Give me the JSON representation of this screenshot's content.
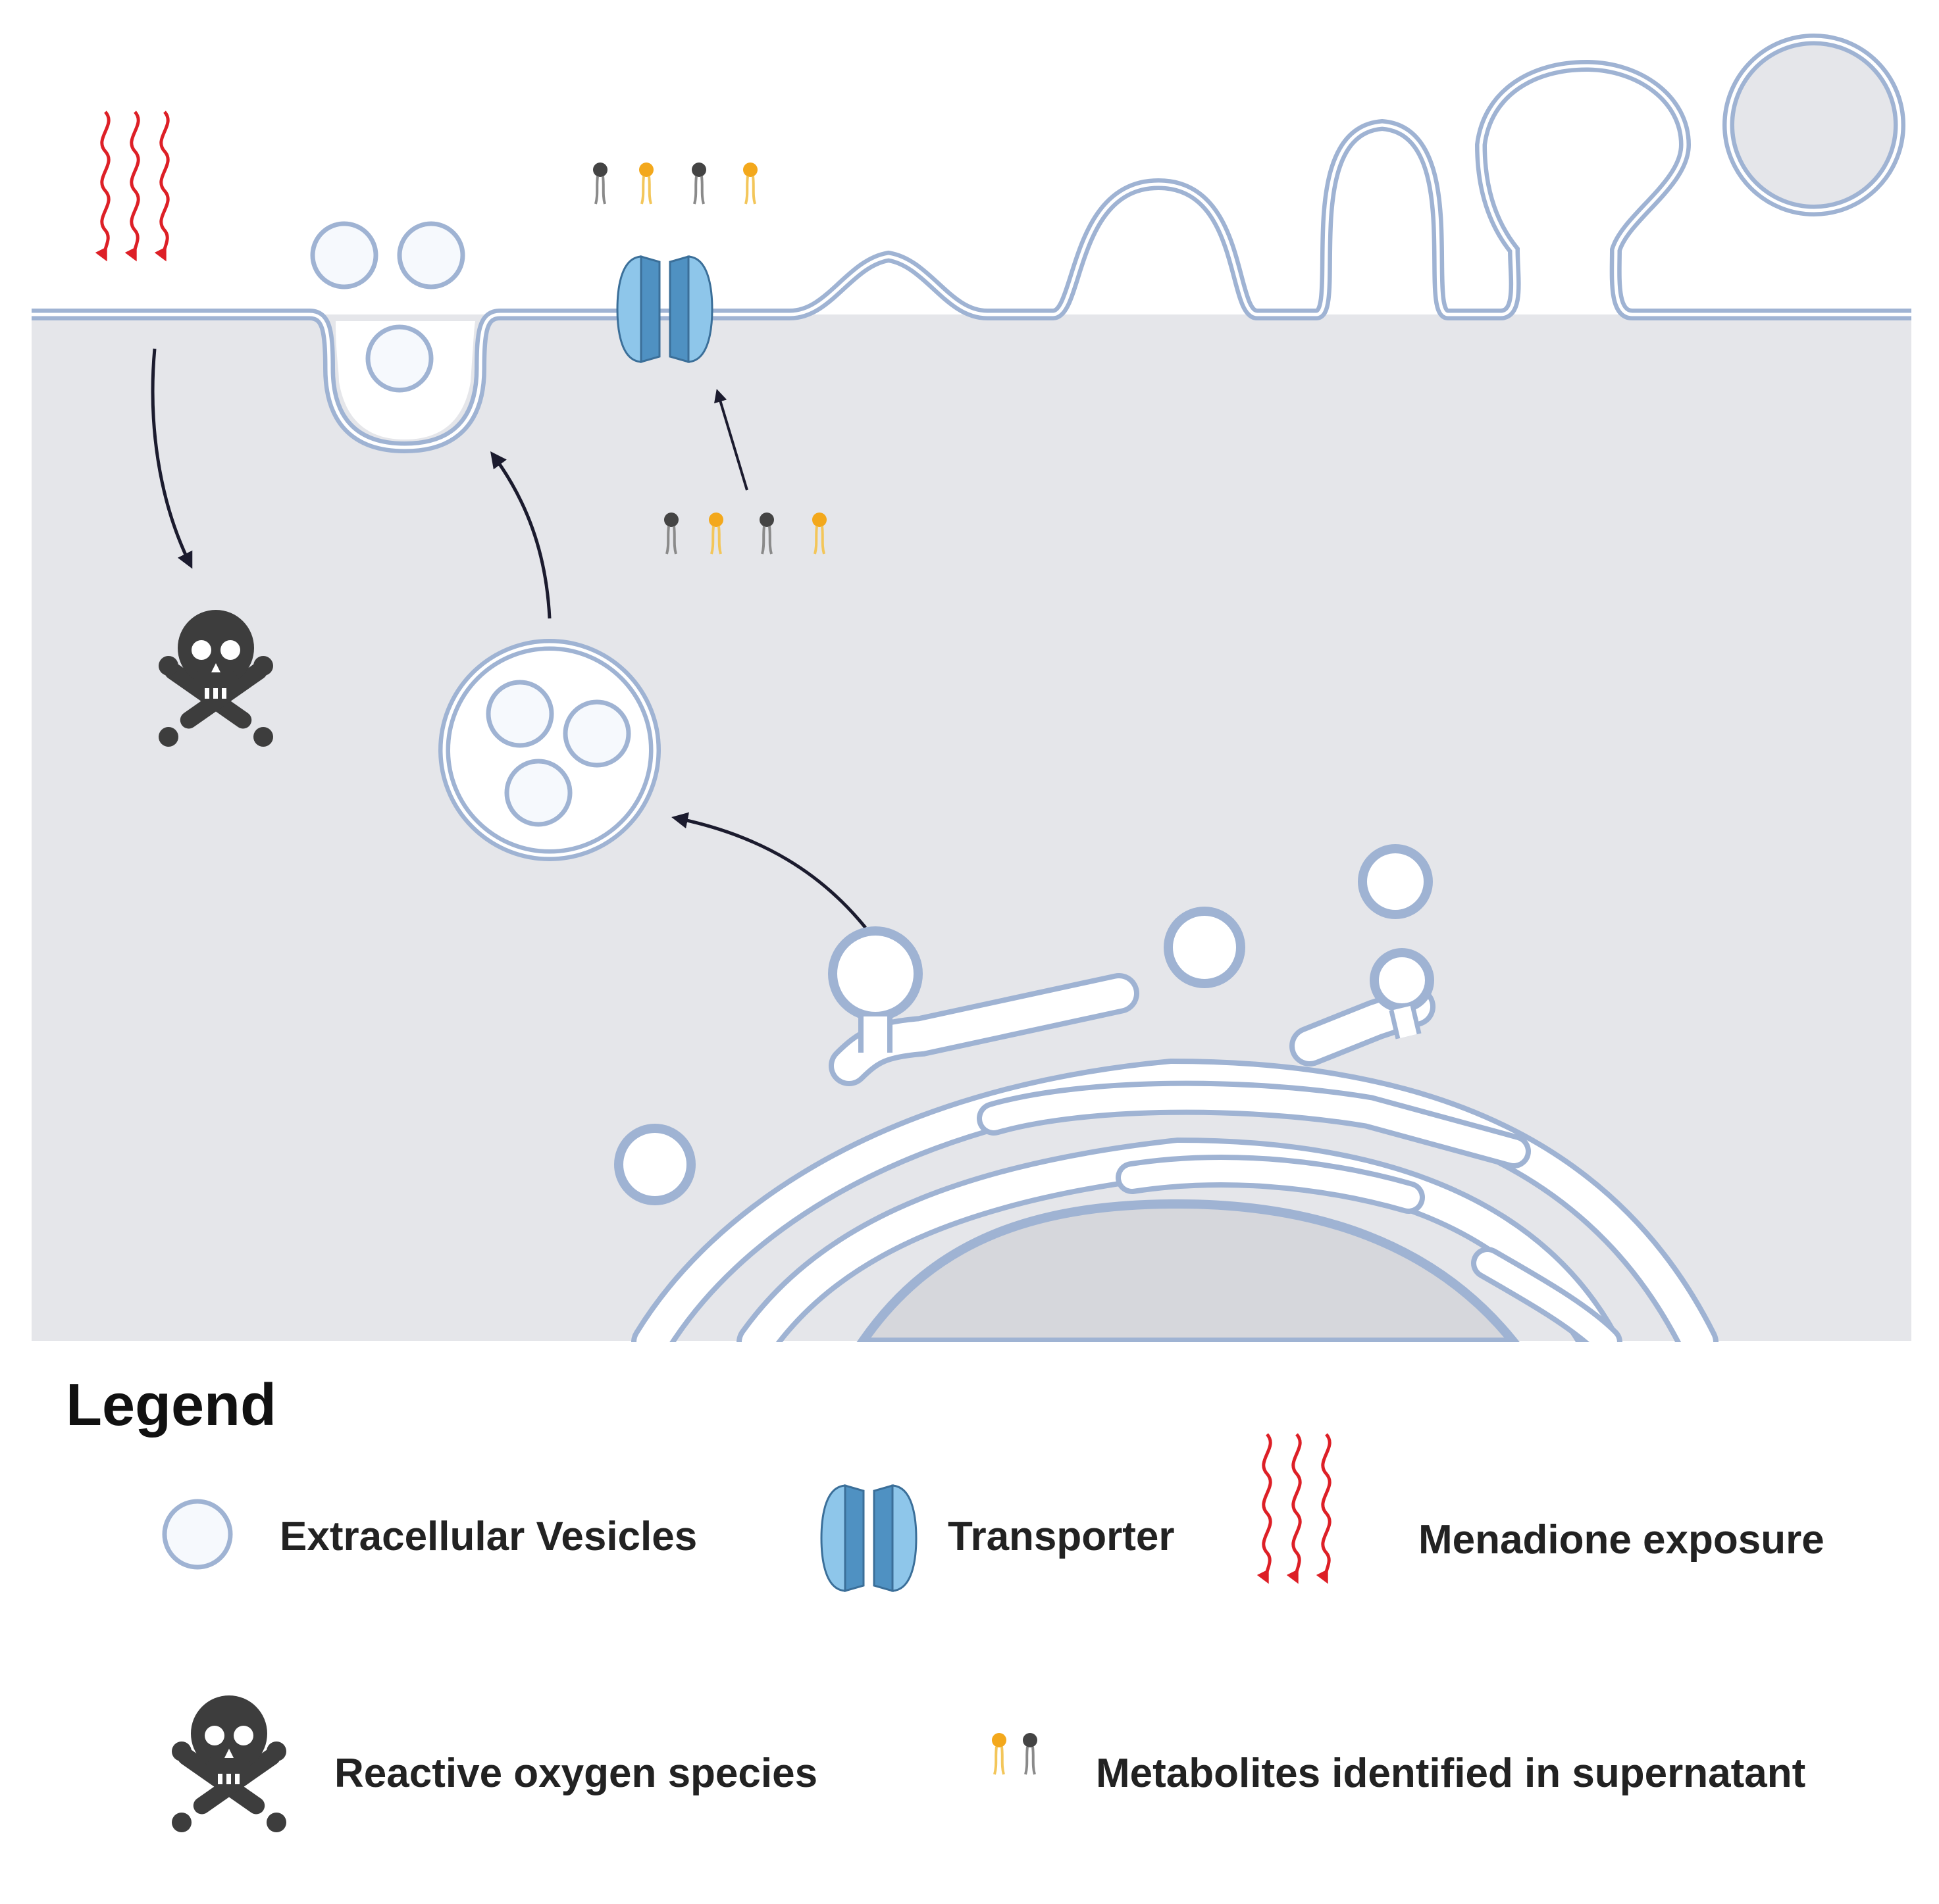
{
  "legend": {
    "title": "Legend",
    "items": {
      "extracellular_vesicles": "Extracellular Vesicles",
      "transporter": "Transporter",
      "menadione_exposure": "Menadione exposure",
      "reactive_oxygen_species": "Reactive oxygen species",
      "metabolites": "Metabolites identified in supernatant"
    }
  },
  "icons": {
    "vesicle": "vesicle-circle-icon",
    "transporter": "membrane-transporter-icon",
    "menadione": "red-wavy-arrows-icon",
    "ros": "skull-crossbones-icon",
    "metabolite": "lipid-metabolite-icon"
  },
  "colors": {
    "cytoplasm": "#e5e6ea",
    "membrane": "#9fb3d3",
    "vesicle_fill": "#f6f9fd",
    "transporter_light": "#8ec6ea",
    "transporter_dark": "#4f91c2",
    "menadione_red": "#dd1f26",
    "skull": "#3d3d3d",
    "metabolite_gray": "#444444",
    "metabolite_orange": "#f3a81c",
    "arrow": "#1b1b2e"
  }
}
